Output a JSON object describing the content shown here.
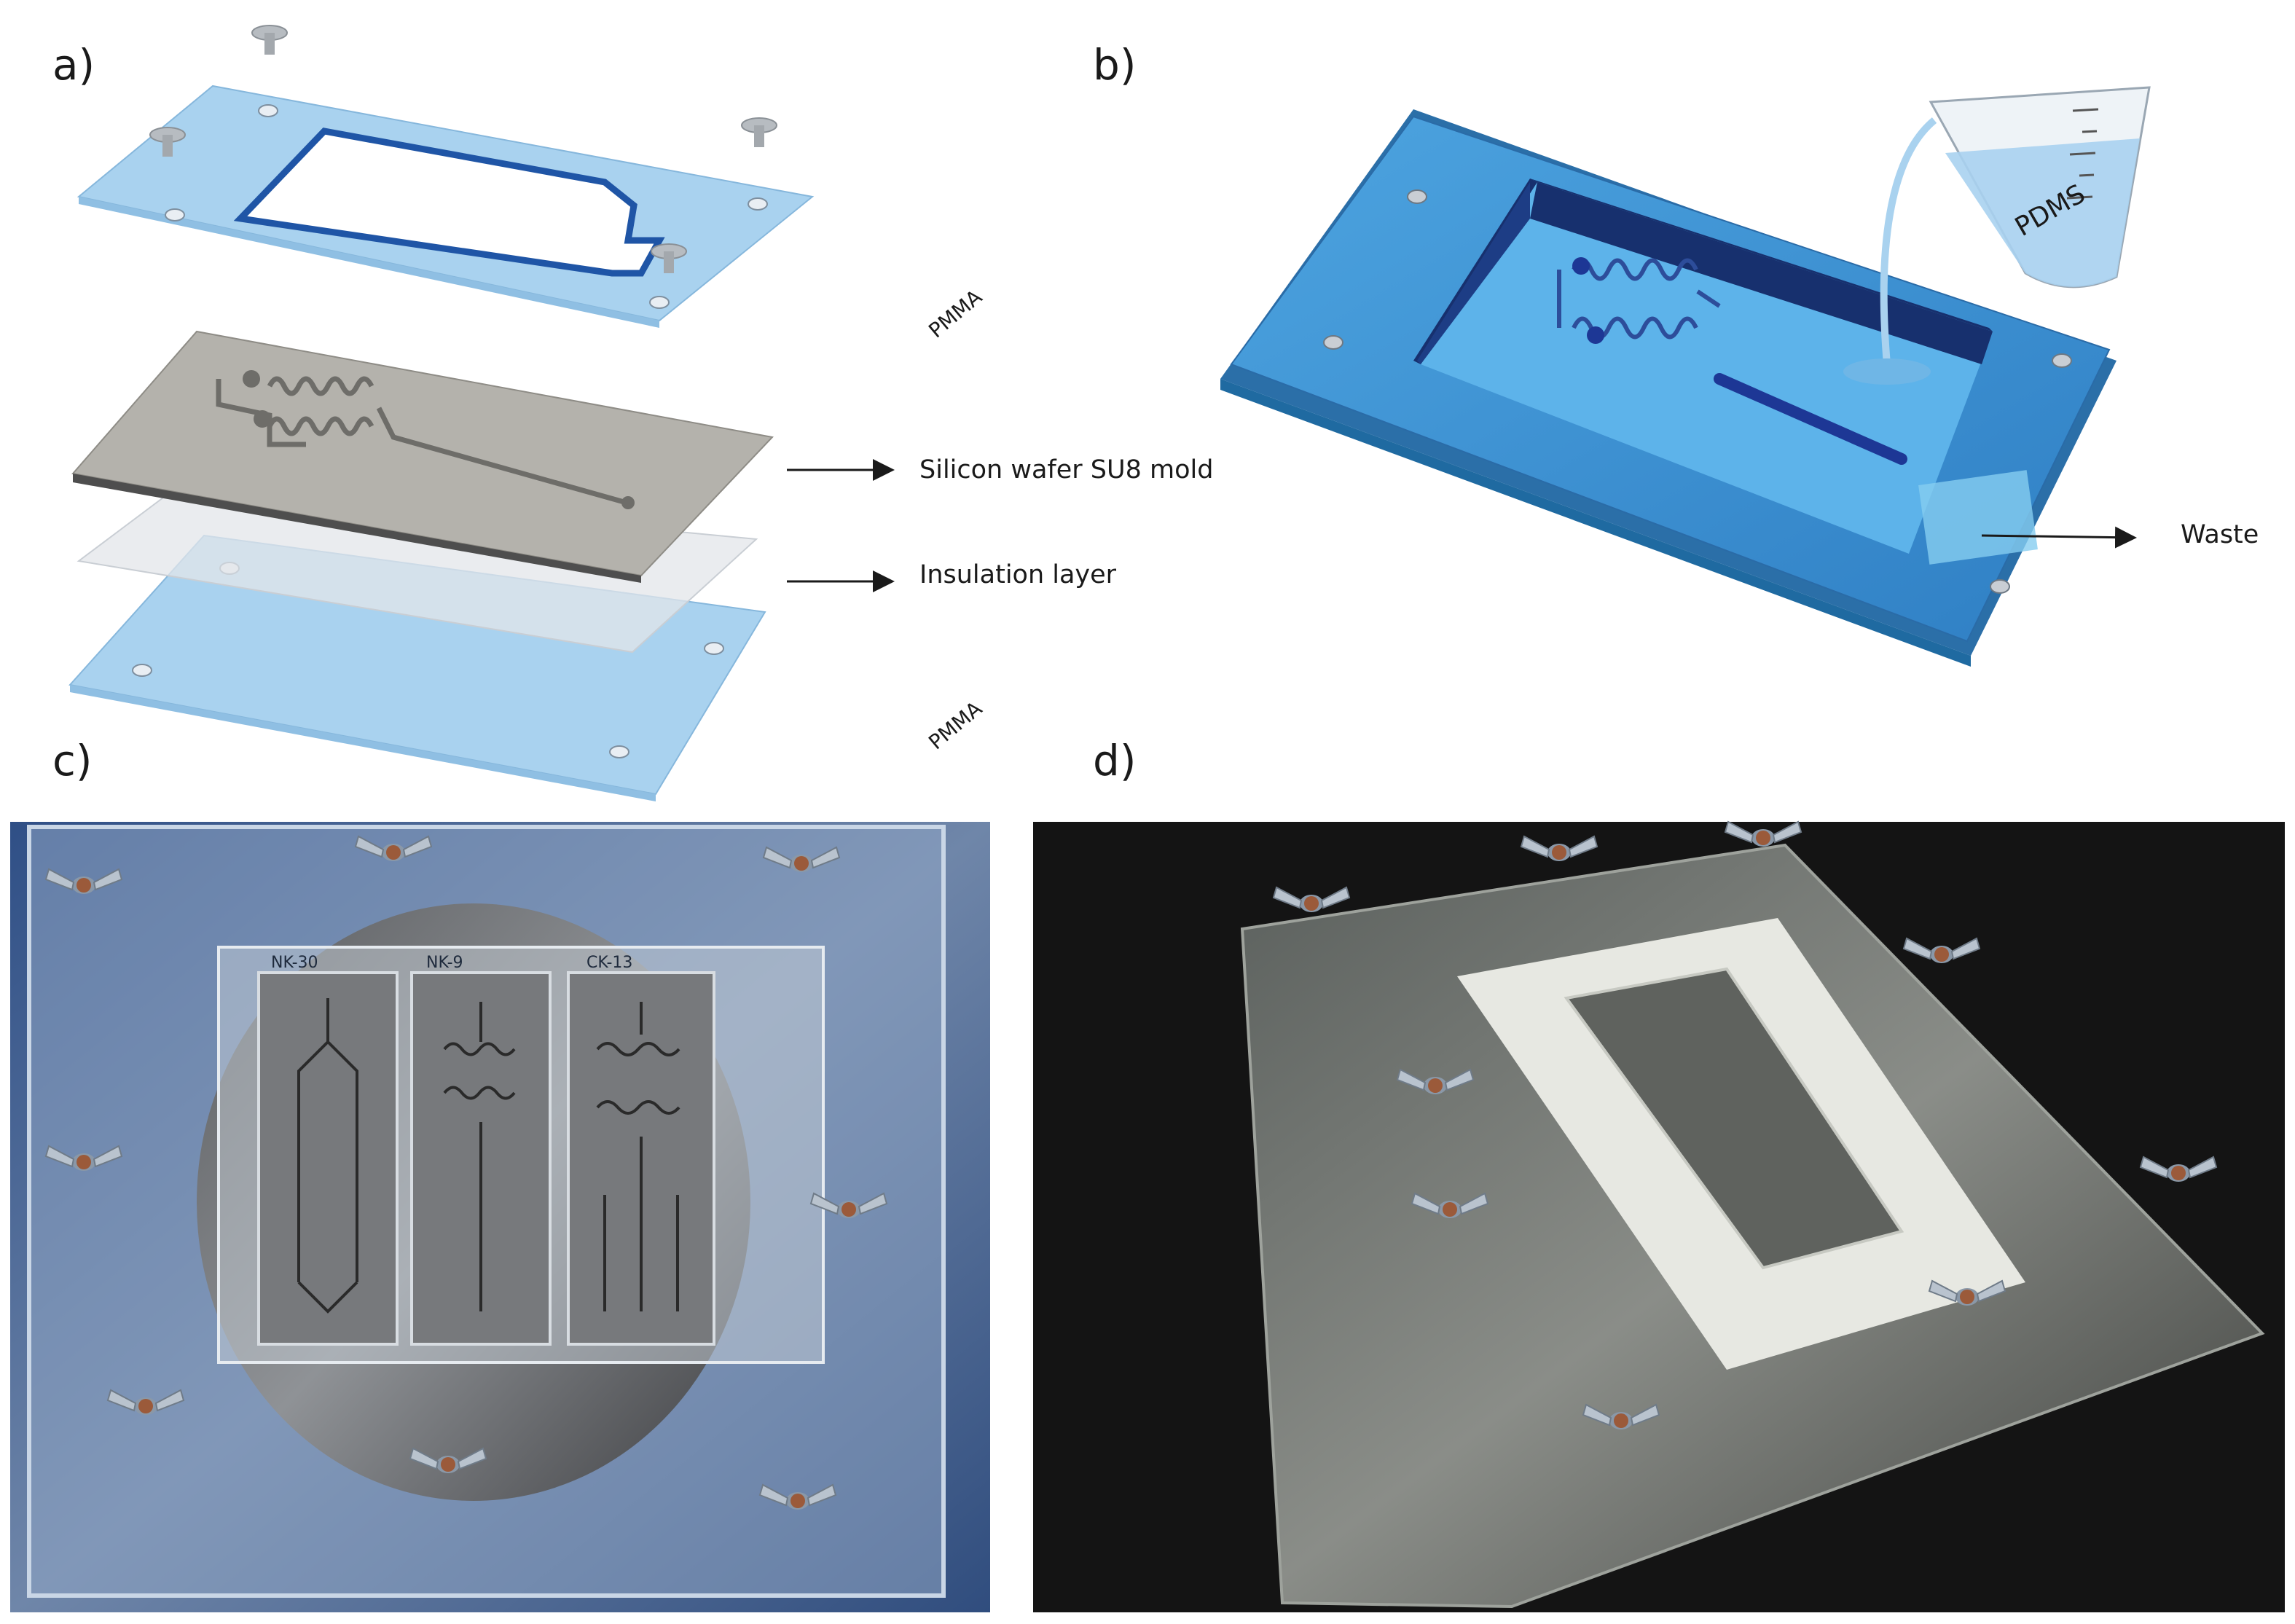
{
  "panels": {
    "a": "a)",
    "b": "b)",
    "c": "c)",
    "d": "d)"
  },
  "panel_a": {
    "pmma_top": "PMMA",
    "pmma_bottom": "PMMA",
    "wafer": "Silicon wafer SU8 mold",
    "insulation": "Insulation layer"
  },
  "panel_b": {
    "pdms": "PDMS",
    "waste": "Waste"
  },
  "photo_c_masks": [
    "NK-30",
    "NK-9",
    "CK-13"
  ],
  "colors": {
    "pmma": "#a9d2ef",
    "wafer": "#b4b2ac",
    "mold_blue": "#3d8fd0",
    "mold_dark": "#17306e",
    "photo_bg_c": "#3f5a7e",
    "photo_bg_d": "#141414"
  }
}
